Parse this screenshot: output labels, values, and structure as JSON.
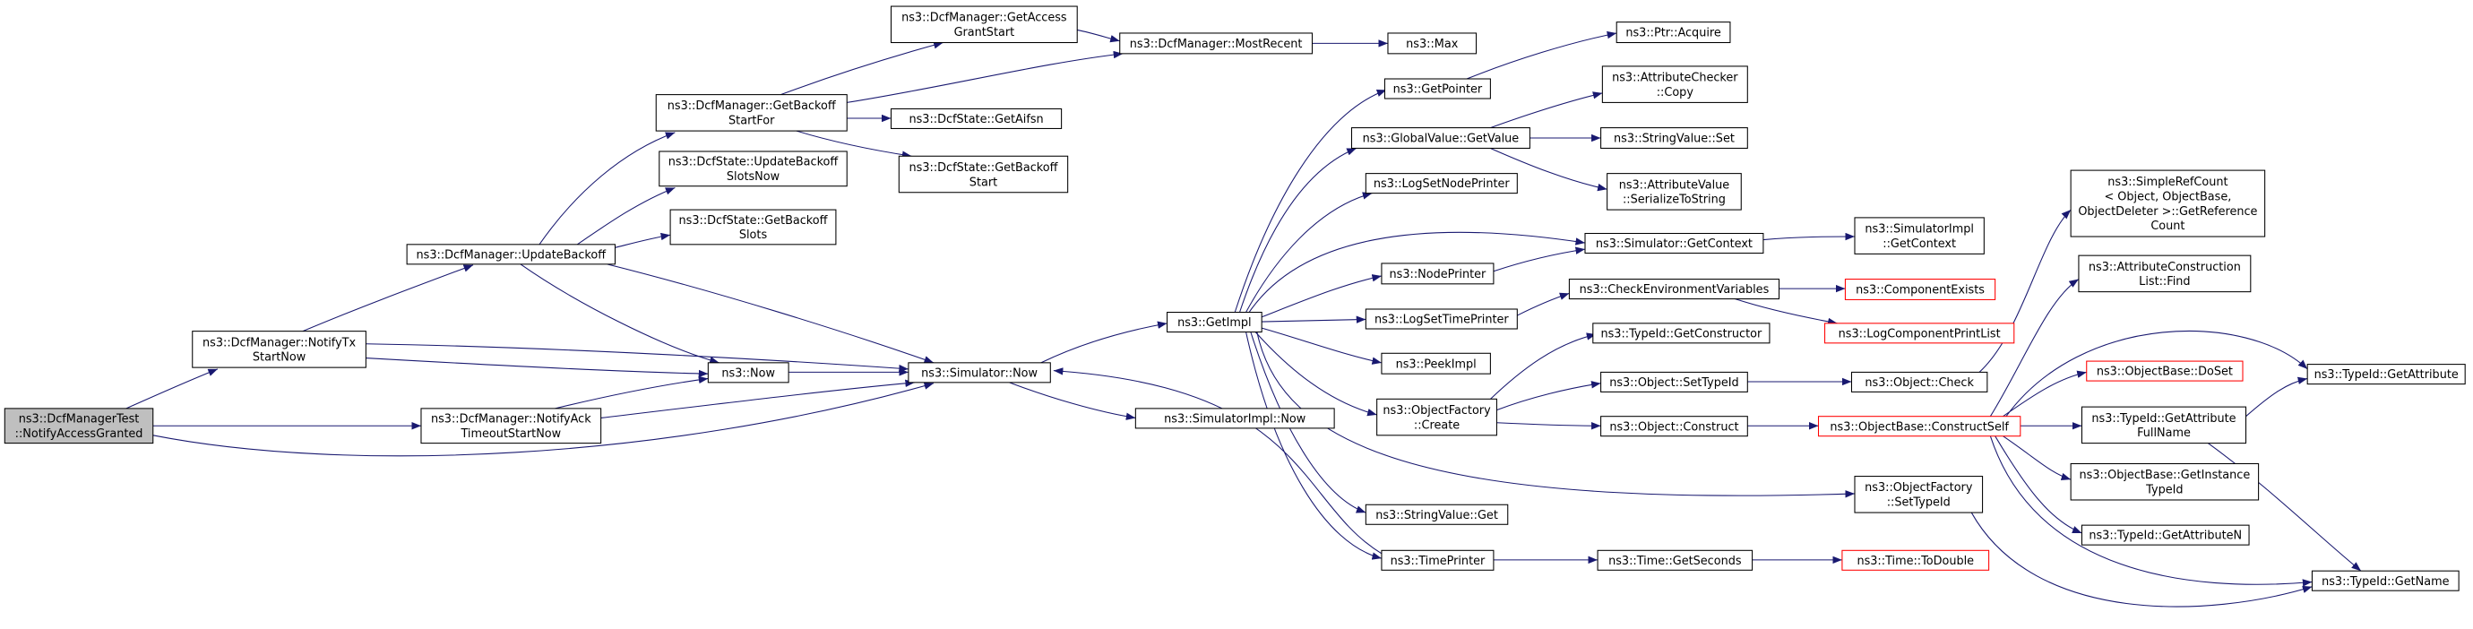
{
  "diagram": {
    "colors": {
      "node_fill": "#ffffff",
      "node_border": "#000000",
      "edge": "#191970",
      "background": "#ffffff"
    },
    "nodes": [
      {
        "label": [
          "ns3::DcfManagerTest",
          "::NotifyAccessGranted"
        ],
        "fill": "#bfbfbf"
      },
      {
        "label": [
          "ns3::DcfManager::NotifyTx",
          "StartNow"
        ]
      },
      {
        "label": [
          "ns3::DcfManager::UpdateBackoff"
        ]
      },
      {
        "label": [
          "ns3::DcfManager::NotifyAck",
          "TimeoutStartNow"
        ]
      },
      {
        "label": [
          "ns3::Now"
        ]
      },
      {
        "label": [
          "ns3::Simulator::Now"
        ]
      },
      {
        "label": [
          "ns3::DcfManager::GetBackoff",
          "StartFor"
        ]
      },
      {
        "label": [
          "ns3::DcfState::UpdateBackoff",
          "SlotsNow"
        ]
      },
      {
        "label": [
          "ns3::DcfState::GetBackoff",
          "Slots"
        ]
      },
      {
        "label": [
          "ns3::DcfManager::GetAccess",
          "GrantStart"
        ]
      },
      {
        "label": [
          "ns3::DcfManager::MostRecent"
        ]
      },
      {
        "label": [
          "ns3::Max"
        ]
      },
      {
        "label": [
          "ns3::DcfState::GetAifsn"
        ]
      },
      {
        "label": [
          "ns3::DcfState::GetBackoff",
          "Start"
        ]
      },
      {
        "label": [
          "ns3::SimulatorImpl::Now"
        ]
      },
      {
        "label": [
          "ns3::GetImpl"
        ]
      },
      {
        "label": [
          "ns3::GetPointer"
        ]
      },
      {
        "label": [
          "ns3::Ptr::Acquire"
        ]
      },
      {
        "label": [
          "ns3::GlobalValue::GetValue"
        ]
      },
      {
        "label": [
          "ns3::AttributeChecker",
          "::Copy"
        ]
      },
      {
        "label": [
          "ns3::StringValue::Set"
        ]
      },
      {
        "label": [
          "ns3::AttributeValue",
          "::SerializeToString"
        ]
      },
      {
        "label": [
          "ns3::LogSetNodePrinter"
        ]
      },
      {
        "label": [
          "ns3::Simulator::GetContext"
        ]
      },
      {
        "label": [
          "ns3::SimulatorImpl",
          "::GetContext"
        ]
      },
      {
        "label": [
          "ns3::NodePrinter"
        ]
      },
      {
        "label": [
          "ns3::CheckEnvironmentVariables"
        ]
      },
      {
        "label": [
          "ns3::ComponentExists"
        ],
        "border": "#ff0000"
      },
      {
        "label": [
          "ns3::LogComponentPrintList"
        ],
        "border": "#ff0000"
      },
      {
        "label": [
          "ns3::LogSetTimePrinter"
        ]
      },
      {
        "label": [
          "ns3::TypeId::GetConstructor"
        ]
      },
      {
        "label": [
          "ns3::PeekImpl"
        ]
      },
      {
        "label": [
          "ns3::ObjectFactory",
          "::Create"
        ]
      },
      {
        "label": [
          "ns3::Object::SetTypeId"
        ]
      },
      {
        "label": [
          "ns3::Object::Check"
        ]
      },
      {
        "label": [
          "ns3::Object::Construct"
        ]
      },
      {
        "label": [
          "ns3::ObjectBase::ConstructSelf"
        ],
        "border": "#ff0000"
      },
      {
        "label": [
          "ns3::ObjectFactory",
          "::SetTypeId"
        ]
      },
      {
        "label": [
          "ns3::StringValue::Get"
        ]
      },
      {
        "label": [
          "ns3::TimePrinter"
        ]
      },
      {
        "label": [
          "ns3::Time::GetSeconds"
        ]
      },
      {
        "label": [
          "ns3::Time::ToDouble"
        ],
        "border": "#ff0000"
      },
      {
        "label": [
          "ns3::SimpleRefCount",
          "< Object, ObjectBase,",
          "ObjectDeleter >::GetReference",
          "Count"
        ]
      },
      {
        "label": [
          "ns3::AttributeConstruction",
          "List::Find"
        ]
      },
      {
        "label": [
          "ns3::ObjectBase::DoSet"
        ],
        "border": "#ff0000"
      },
      {
        "label": [
          "ns3::TypeId::GetAttribute"
        ]
      },
      {
        "label": [
          "ns3::TypeId::GetAttribute",
          "FullName"
        ]
      },
      {
        "label": [
          "ns3::ObjectBase::GetInstance",
          "TypeId"
        ]
      },
      {
        "label": [
          "ns3::TypeId::GetAttributeN"
        ]
      },
      {
        "label": [
          "ns3::TypeId::GetName"
        ]
      }
    ],
    "edges": [
      [
        0,
        1
      ],
      [
        0,
        3
      ],
      [
        0,
        5
      ],
      [
        1,
        2
      ],
      [
        1,
        4
      ],
      [
        1,
        5
      ],
      [
        2,
        6
      ],
      [
        2,
        7
      ],
      [
        2,
        8
      ],
      [
        2,
        4
      ],
      [
        2,
        5
      ],
      [
        3,
        4
      ],
      [
        3,
        5
      ],
      [
        4,
        5
      ],
      [
        5,
        15
      ],
      [
        5,
        14
      ],
      [
        6,
        9
      ],
      [
        6,
        10
      ],
      [
        6,
        12
      ],
      [
        6,
        13
      ],
      [
        9,
        10
      ],
      [
        10,
        11
      ],
      [
        15,
        16
      ],
      [
        15,
        18
      ],
      [
        15,
        22
      ],
      [
        15,
        23
      ],
      [
        15,
        25
      ],
      [
        15,
        29
      ],
      [
        15,
        31
      ],
      [
        15,
        32
      ],
      [
        15,
        37
      ],
      [
        15,
        38
      ],
      [
        15,
        39
      ],
      [
        16,
        17
      ],
      [
        18,
        19
      ],
      [
        18,
        20
      ],
      [
        18,
        21
      ],
      [
        23,
        24
      ],
      [
        25,
        23
      ],
      [
        29,
        26
      ],
      [
        26,
        27
      ],
      [
        26,
        28
      ],
      [
        32,
        30
      ],
      [
        32,
        33
      ],
      [
        32,
        35
      ],
      [
        33,
        34
      ],
      [
        34,
        42
      ],
      [
        35,
        36
      ],
      [
        36,
        43
      ],
      [
        36,
        44
      ],
      [
        36,
        45
      ],
      [
        36,
        46
      ],
      [
        36,
        47
      ],
      [
        36,
        48
      ],
      [
        36,
        49
      ],
      [
        46,
        45
      ],
      [
        46,
        49
      ],
      [
        37,
        49
      ],
      [
        39,
        40
      ],
      [
        39,
        5
      ],
      [
        40,
        41
      ]
    ]
  }
}
